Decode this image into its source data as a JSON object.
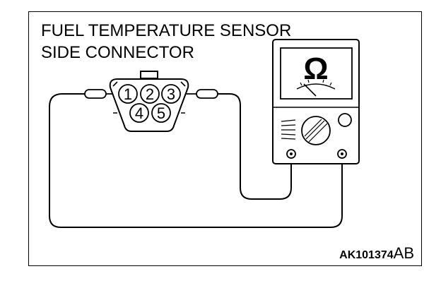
{
  "title_lines": [
    "FUEL TEMPERATURE SENSOR",
    "SIDE CONNECTOR"
  ],
  "figure_code": {
    "number": "AK101374",
    "suffix": "AB"
  },
  "connector_pins": [
    "1",
    "2",
    "3",
    "4",
    "5"
  ],
  "meter": {
    "symbol": "Ω"
  }
}
